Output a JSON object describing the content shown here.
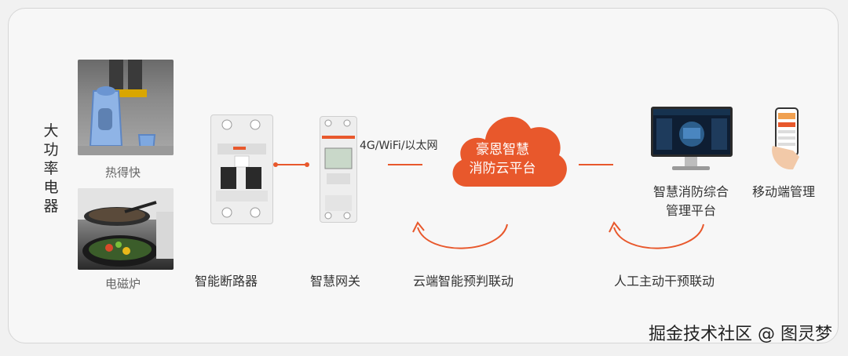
{
  "appliances": {
    "title": "大功率电器",
    "items": [
      {
        "label": "热得快"
      },
      {
        "label": "电磁炉"
      }
    ]
  },
  "devices": {
    "breaker": {
      "label": "智能断路器"
    },
    "gateway": {
      "label": "智慧网关"
    },
    "network": {
      "label": "4G/WiFi/以太网"
    }
  },
  "cloud": {
    "line1": "豪恩智慧",
    "line2": "消防云平台"
  },
  "platform": {
    "line1": "智慧消防综合",
    "line2": "管理平台"
  },
  "mobile": {
    "label": "移动端管理"
  },
  "linkages": {
    "cloud_linkage": "云端智能预判联动",
    "manual_linkage": "人工主动干预联动"
  },
  "watermark": "掘金技术社区 @ 图灵梦",
  "colors": {
    "accent": "#e8582c",
    "background": "#f1f1f1"
  }
}
